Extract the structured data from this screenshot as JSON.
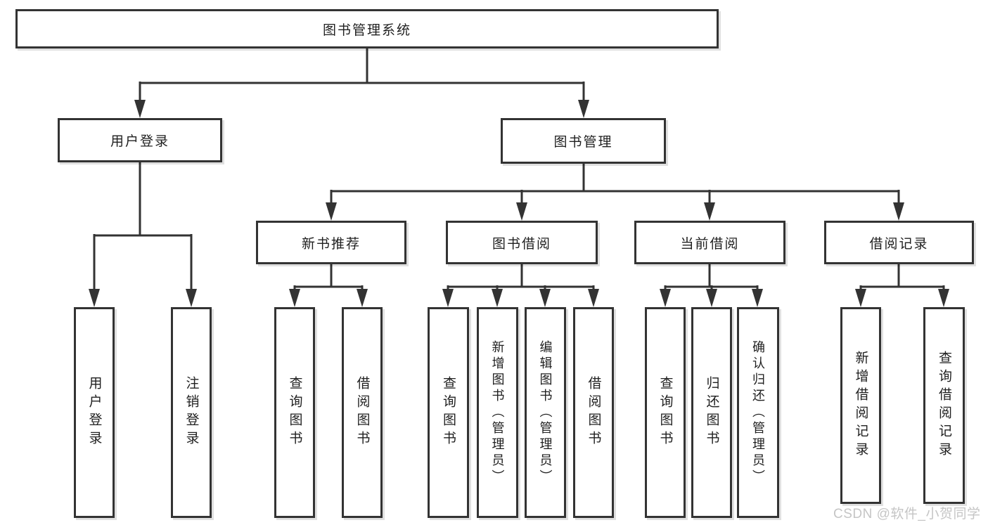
{
  "diagram": {
    "root": "图书管理系统",
    "level2": [
      "用户登录",
      "图书管理"
    ],
    "level3": [
      "新书推荐",
      "图书借阅",
      "当前借阅",
      "借阅记录"
    ],
    "leaves": [
      "用户登录",
      "注销登录",
      "查询图书",
      "借阅图书",
      "查询图书",
      "新增图书（管理员）",
      "编辑图书（管理员）",
      "借阅图书",
      "查询图书",
      "归还图书",
      "确认归还（管理员）",
      "新增借阅记录",
      "查询借阅记录"
    ]
  },
  "watermark": "CSDN @软件_小贺同学",
  "colors": {
    "line": "#333333",
    "box_border": "#333333",
    "text": "#1f1f1f",
    "watermark": "#c5c5c5",
    "background": "#ffffff"
  }
}
